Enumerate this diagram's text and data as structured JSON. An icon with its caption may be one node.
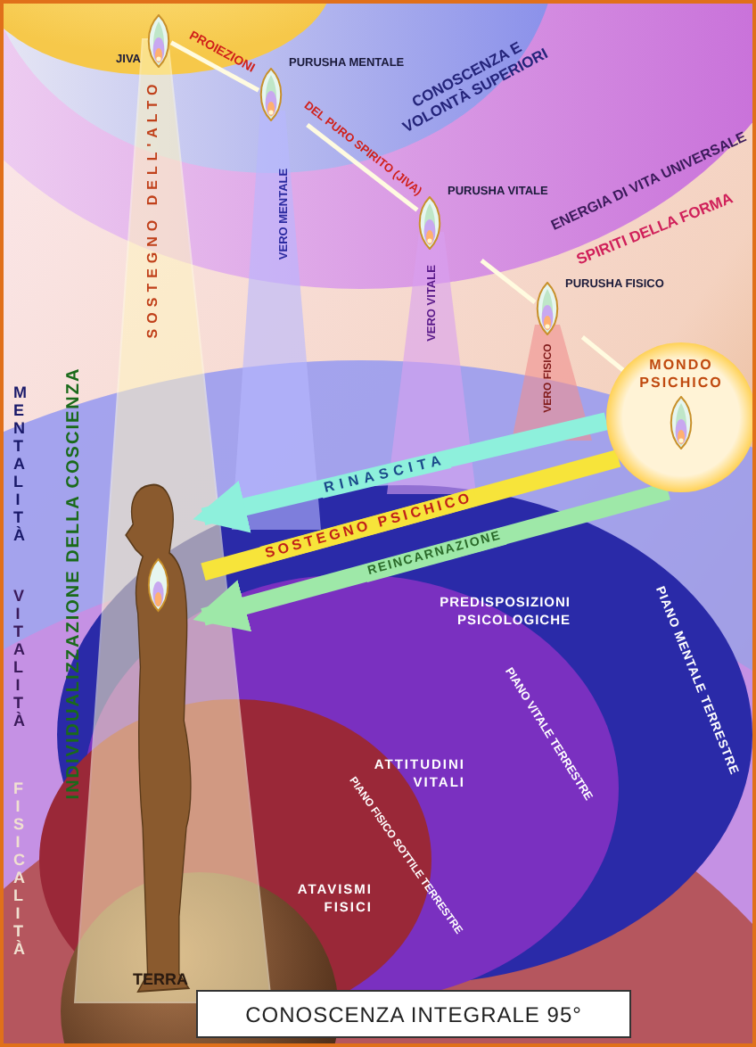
{
  "diagram": {
    "caption": "CONOSCENZA INTEGRALE 95°",
    "nodes": [
      {
        "text": [
          "JIVA"
        ]
      },
      {
        "text": [
          "PURUSHA MENTALE"
        ]
      },
      {
        "text": [
          "PURUSHA VITALE"
        ]
      },
      {
        "text": [
          "PURUSHA FISICO"
        ]
      },
      {
        "text": [
          "MONDO PSICHICO"
        ]
      },
      {
        "text": [],
        "shape": "person"
      }
    ],
    "edges": [
      {
        "from": 0,
        "to": 1,
        "arrow": "none",
        "label": "PROIEZIONI"
      },
      {
        "from": 1,
        "to": 2,
        "arrow": "none",
        "label": "DEL PURO SPIRITO (JIVA)"
      },
      {
        "from": 2,
        "to": 3,
        "arrow": "none"
      },
      {
        "from": 3,
        "to": 4,
        "arrow": "none"
      },
      {
        "from": 4,
        "to": 5,
        "arrow": "to",
        "label": "RINASCITA",
        "style": "thick",
        "color": "#8ef0dc"
      },
      {
        "from": 4,
        "to": 5,
        "arrow": "none",
        "label": "SOSTEGNO PSICHICO",
        "style": "thick",
        "color": "#f7e43a"
      },
      {
        "from": 4,
        "to": 5,
        "arrow": "to",
        "label": "REINCARNAZIONE",
        "style": "thick",
        "color": "#9ee8a8"
      }
    ],
    "labels": [
      "CONOSCENZA E VOLONTÀ SUPERIORI",
      "ENERGIA DI VITA UNIVERSALE",
      "SPIRITI DELLA FORMA",
      "SOSTEGNO DELL'ALTO",
      "VERO MENTALE",
      "VERO VITALE",
      "VERO FISICO",
      "MENTALITÀ",
      "VITALITÀ",
      "FISICALITÀ",
      "INDIVIDUALIZZAZIONE DELLA COSCIENZA",
      "PREDISPOSIZIONI PSICOLOGICHE",
      "PIANO MENTALE TERRESTRE",
      "ATTITUDINI VITALI",
      "PIANO VITALE TERRESTRE",
      "ATAVISMI FISICI",
      "PIANO FISICO SOTTILE TERRESTRE",
      "TERRA"
    ]
  }
}
